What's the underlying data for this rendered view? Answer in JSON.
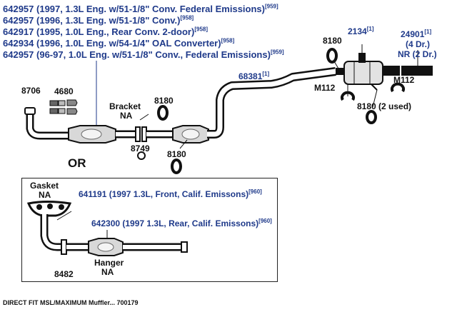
{
  "part_list": [
    {
      "code": "642957",
      "text": "(1997, 1.3L Eng. w/51-1/8\" Conv. Federal Emissions)",
      "ref": "[959]"
    },
    {
      "code": "642957",
      "text": "(1996, 1.3L Eng. w/51-1/8\" Conv.)",
      "ref": "[958]"
    },
    {
      "code": "642917",
      "text": "(1995, 1.0L Eng., Rear Conv. 2-door)",
      "ref": "[958]"
    },
    {
      "code": "642934",
      "text": "(1996, 1.0L Eng. w/54-1/4\" OAL Converter)",
      "ref": "[958]"
    },
    {
      "code": "642957",
      "text": "(96-97, 1.0L Eng. w/51-1/8\" Conv., Federal Emissions)",
      "ref": "[959]"
    }
  ],
  "labels": {
    "p2134": "2134",
    "p2134_ref": "[1]",
    "p24901": "24901",
    "p24901_ref": "[1]",
    "dr4": "(4 Dr.)",
    "nr2": "NR (2 Dr.)",
    "p8180_top": "8180",
    "p68381": "68381",
    "p68381_ref": "[1]",
    "m112_left": "M112",
    "m112_right": "M112",
    "p8180_used": "8180 (2 used)",
    "p8706": "8706",
    "p4680": "4680",
    "bracket": "Bracket",
    "bracket_na": "NA",
    "p8180_mid": "8180",
    "p8749": "8749",
    "p8180_low": "8180",
    "or": "OR",
    "gasket": "Gasket",
    "gasket_na": "NA",
    "p641191": "641191",
    "p641191_text": "(1997 1.3L, Front, Calif. Emissons)",
    "p641191_ref": "[960]",
    "p642300": "642300",
    "p642300_text": "(1997 1.3L, Rear, Calif. Emissons)",
    "p642300_ref": "[960]",
    "hanger": "Hanger",
    "hanger_na": "NA",
    "p8482": "8482"
  },
  "footer": "DIRECT FIT MSL/MAXIMUM Muffler... 700179"
}
